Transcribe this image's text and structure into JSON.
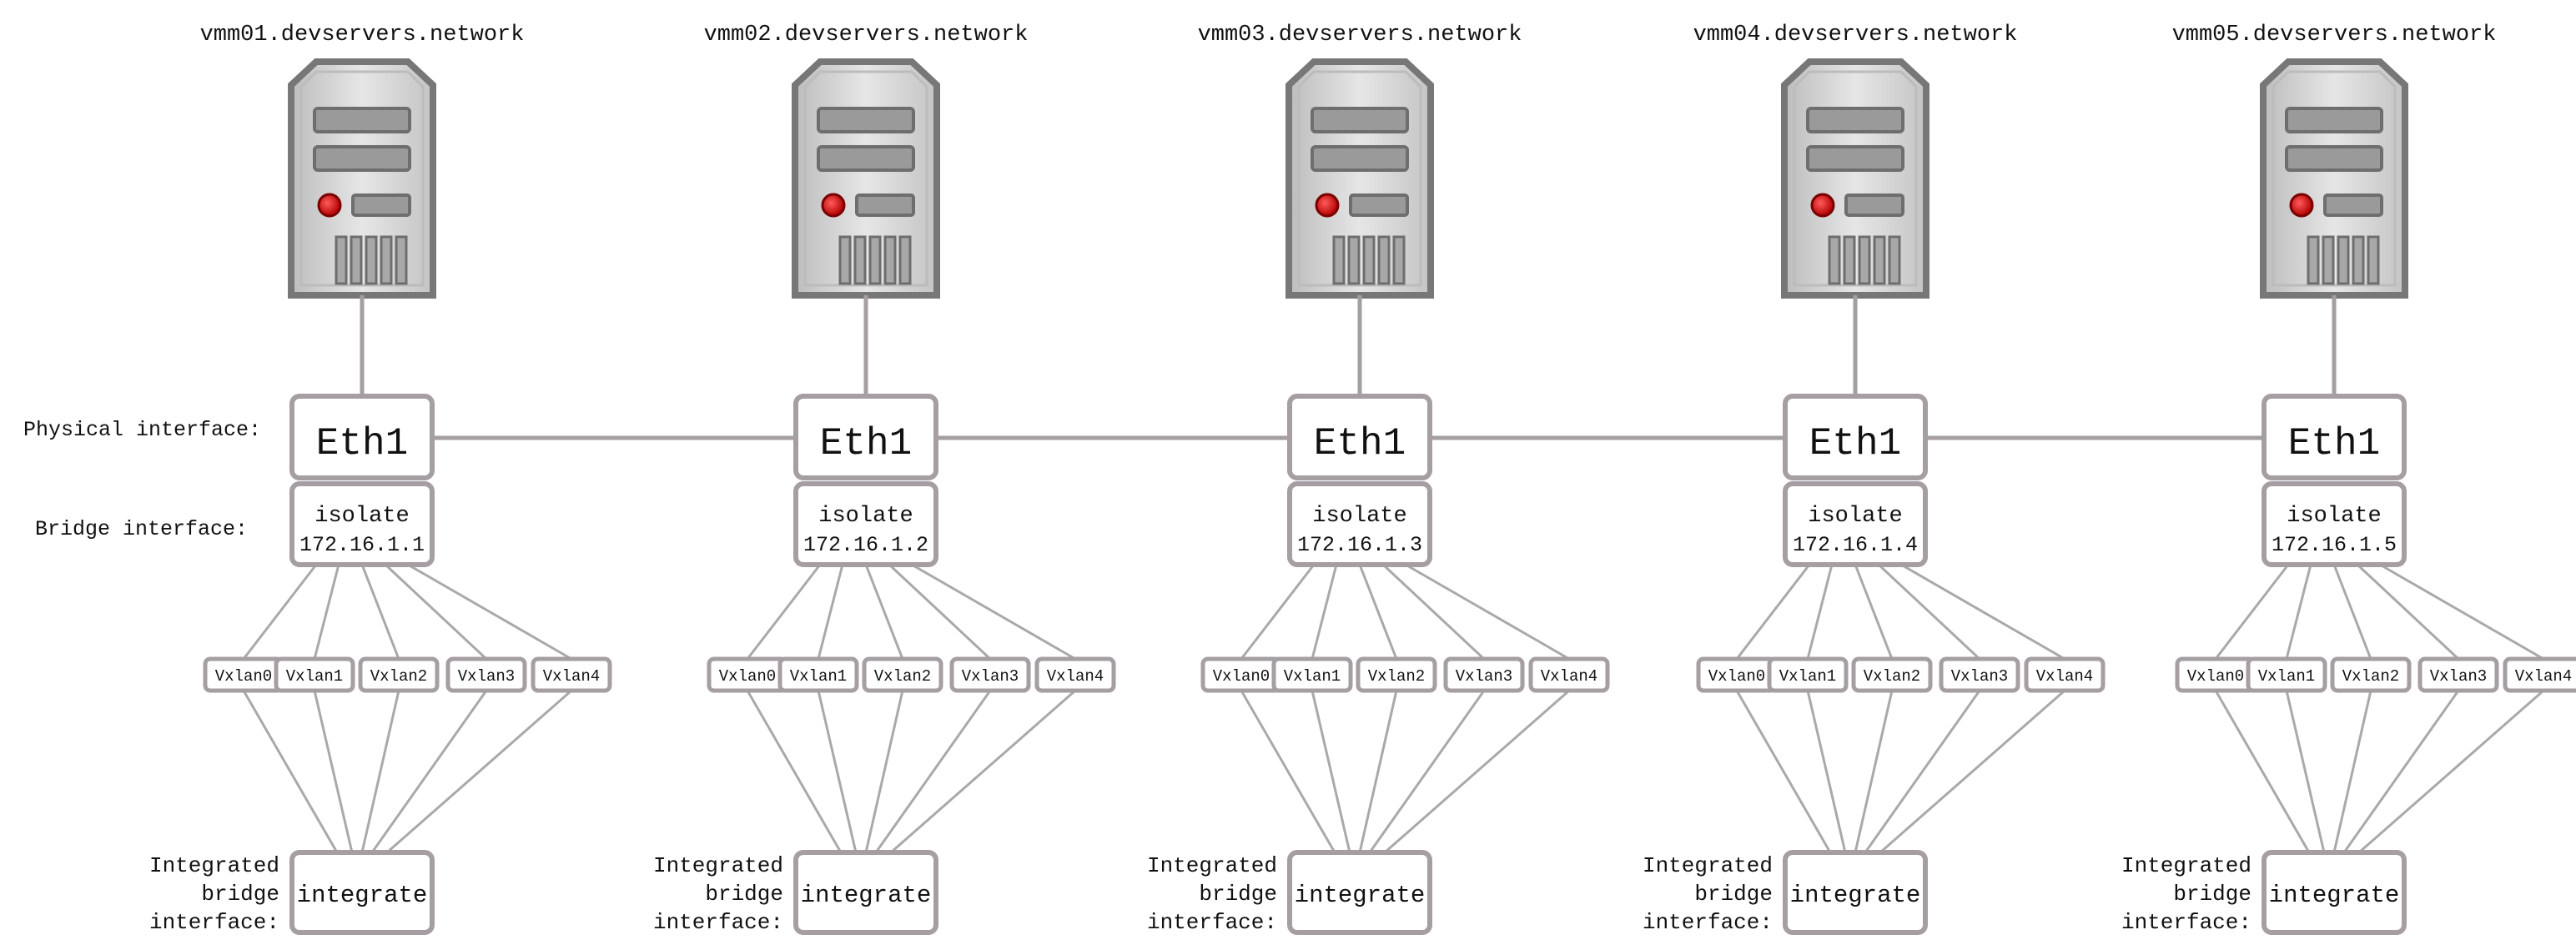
{
  "labels": {
    "physical": "Physical interface:",
    "bridge": "Bridge interface:",
    "integrated": [
      "Integrated",
      "bridge",
      "interface:"
    ]
  },
  "servers": [
    {
      "host": "vmm01.devservers.network",
      "physical": "Eth1",
      "bridge_name": "isolate",
      "bridge_ip": "172.16.1.1",
      "integrated": "integrate",
      "vxlans": [
        "Vxlan0",
        "Vxlan1",
        "Vxlan2",
        "Vxlan3",
        "Vxlan4"
      ]
    },
    {
      "host": "vmm02.devservers.network",
      "physical": "Eth1",
      "bridge_name": "isolate",
      "bridge_ip": "172.16.1.2",
      "integrated": "integrate",
      "vxlans": [
        "Vxlan0",
        "Vxlan1",
        "Vxlan2",
        "Vxlan3",
        "Vxlan4"
      ]
    },
    {
      "host": "vmm03.devservers.network",
      "physical": "Eth1",
      "bridge_name": "isolate",
      "bridge_ip": "172.16.1.3",
      "integrated": "integrate",
      "vxlans": [
        "Vxlan0",
        "Vxlan1",
        "Vxlan2",
        "Vxlan3",
        "Vxlan4"
      ]
    },
    {
      "host": "vmm04.devservers.network",
      "physical": "Eth1",
      "bridge_name": "isolate",
      "bridge_ip": "172.16.1.4",
      "integrated": "integrate",
      "vxlans": [
        "Vxlan0",
        "Vxlan1",
        "Vxlan2",
        "Vxlan3",
        "Vxlan4"
      ]
    },
    {
      "host": "vmm05.devservers.network",
      "physical": "Eth1",
      "bridge_name": "isolate",
      "bridge_ip": "172.16.1.5",
      "integrated": "integrate",
      "vxlans": [
        "Vxlan0",
        "Vxlan1",
        "Vxlan2",
        "Vxlan3",
        "Vxlan4"
      ]
    }
  ],
  "colors": {
    "box_border": "#a59ea3",
    "server_body": "#d9d9d9",
    "server_outline": "#777777",
    "led": "#cc1f1f"
  },
  "icons": {
    "server": "server-tower-icon"
  }
}
